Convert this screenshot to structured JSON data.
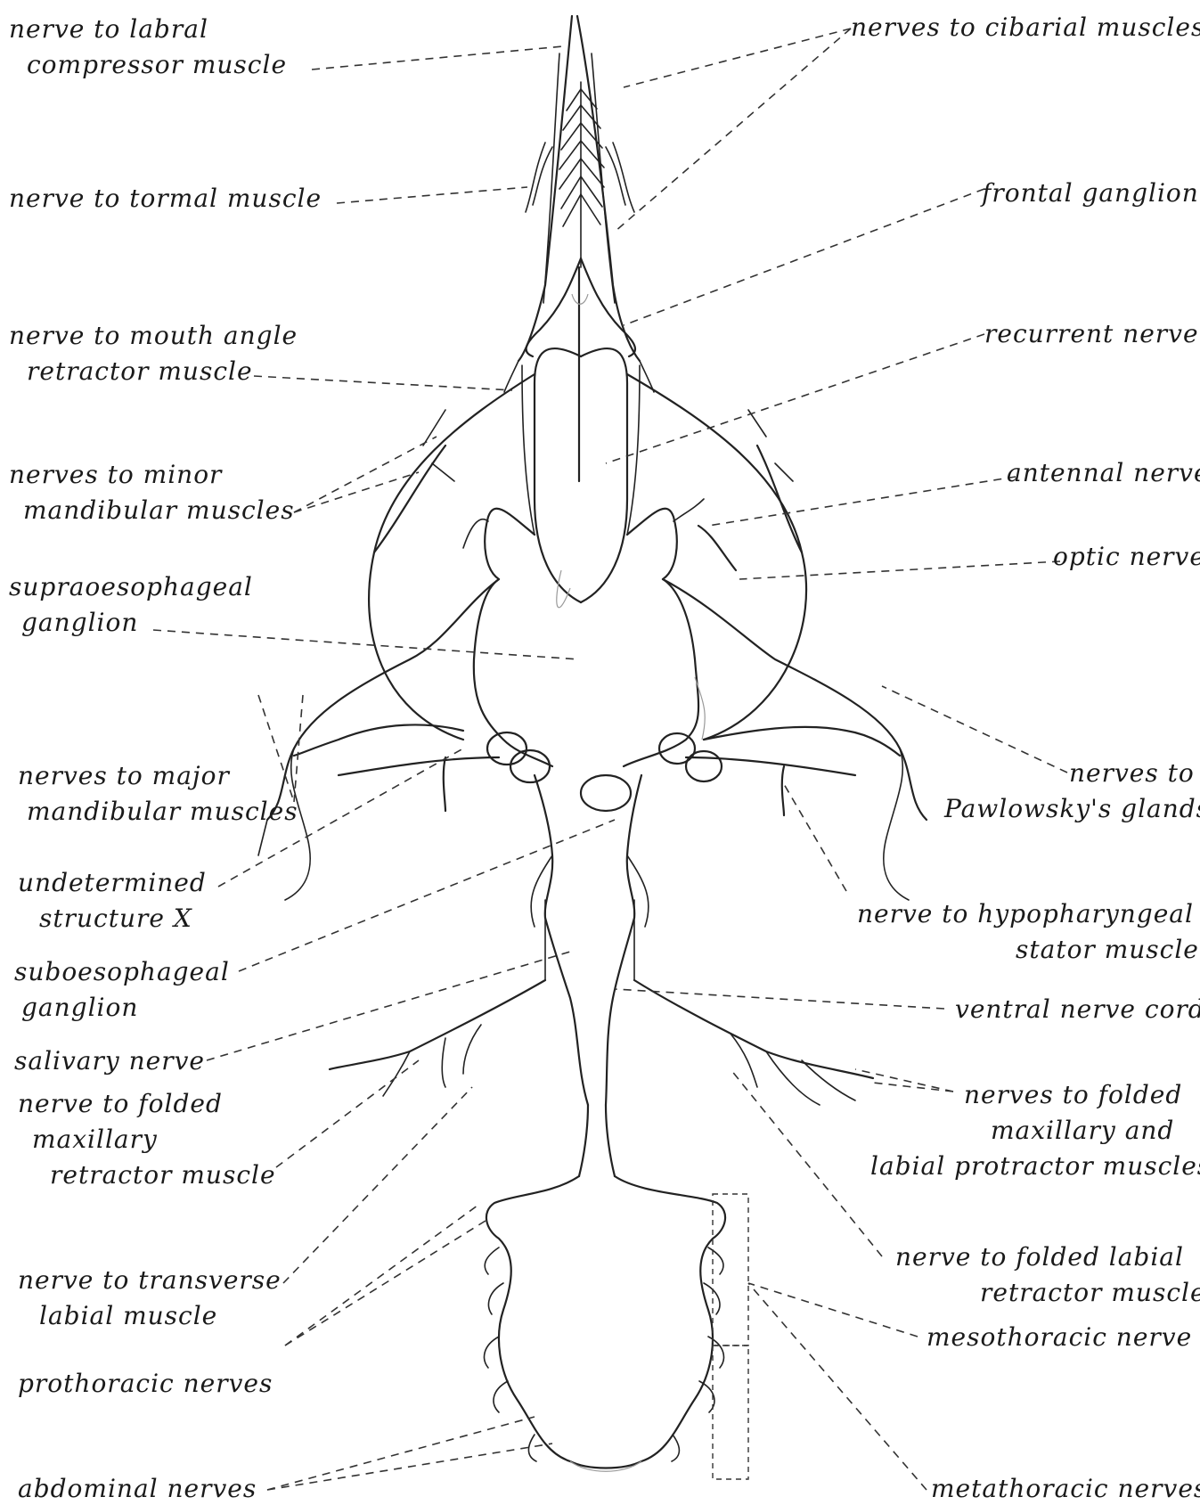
{
  "labels": {
    "labral_1": "nerve to labral",
    "labral_2": "compressor muscle",
    "tormal": "nerve to tormal muscle",
    "mouth_1": "nerve to mouth angle",
    "mouth_2": "retractor muscle",
    "minor_1": "nerves to minor",
    "minor_2": "mandibular muscles",
    "supra_1": "supraoesophageal",
    "supra_2": "ganglion",
    "major_1": "nerves to major",
    "major_2": "mandibular muscles",
    "undet_1": "undetermined",
    "undet_2": "structure X",
    "subo_1": "suboesophageal",
    "subo_2": "ganglion",
    "salivary": "salivary nerve",
    "foldmax_1": "nerve to folded",
    "foldmax_2": "maxillary",
    "foldmax_3": "retractor muscle",
    "transv_1": "nerve to transverse",
    "transv_2": "labial muscle",
    "prothoracic": "prothoracic nerves",
    "abdominal": "abdominal nerves",
    "cibarial": "nerves to cibarial muscles",
    "frontal": "frontal ganglion",
    "recurrent": "recurrent nerve",
    "antennal": "antennal nerve",
    "optic": "optic nerve",
    "pawl_1": "nerves to",
    "pawl_2": "Pawlowsky's glands",
    "hypo_1": "nerve to hypopharyngeal",
    "hypo_2": "stator muscle",
    "ventral": "ventral nerve cord",
    "protr_1": "nerves to folded",
    "protr_2": "maxillary and",
    "protr_3": "labial protractor muscles",
    "foldlab_1": "nerve to folded labial",
    "foldlab_2": "retractor muscle",
    "mesothoracic": "mesothoracic nerve",
    "metathoracic": "metathoracic nerves"
  }
}
